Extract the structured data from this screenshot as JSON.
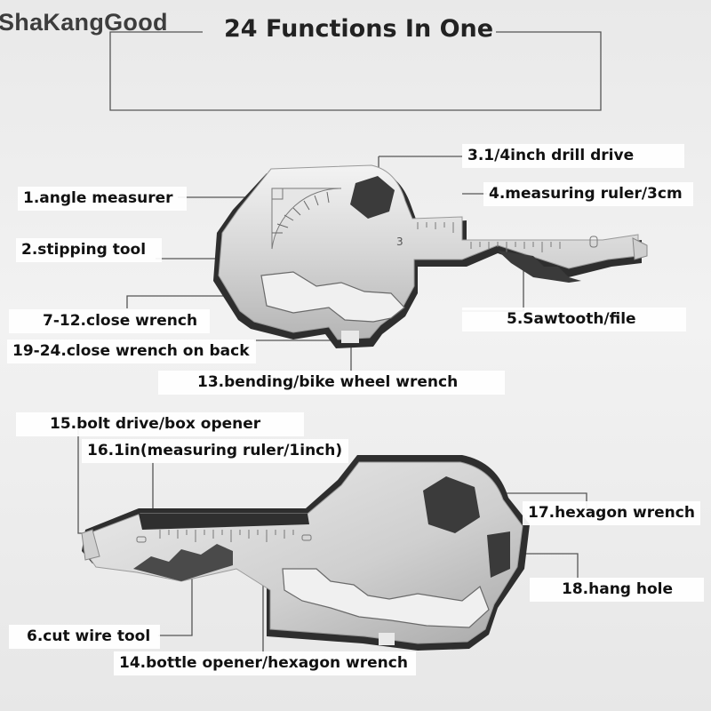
{
  "watermark": "ShaKangGood",
  "title": "24 Functions In One",
  "labels": {
    "drill_drive": "3.1/4inch drill drive",
    "angle_measurer": "1.angle measurer",
    "measuring_ruler_3cm": "4.measuring ruler/3cm",
    "stripping_tool": "2.stipping tool",
    "close_wrench": "7-12.close wrench",
    "sawtooth_file": "5.Sawtooth/file",
    "close_wrench_back": "19-24.close wrench on back",
    "bending_wrench": "13.bending/bike wheel wrench",
    "bolt_drive": "15.bolt drive/box opener",
    "measuring_ruler_1inch": "16.1in(measuring ruler/1inch)",
    "hexagon_wrench": "17.hexagon wrench",
    "hang_hole": "18.hang hole",
    "cut_wire_tool": "6.cut wire tool",
    "bottle_opener": "14.bottle opener/hexagon wrench"
  },
  "tool_marks": {
    "top_ruler_mark": "3"
  },
  "colors": {
    "metal_light": "#e2e2e2",
    "metal_mid": "#bdbdbd",
    "metal_dark": "#3a3a3a",
    "leader": "#555555"
  }
}
